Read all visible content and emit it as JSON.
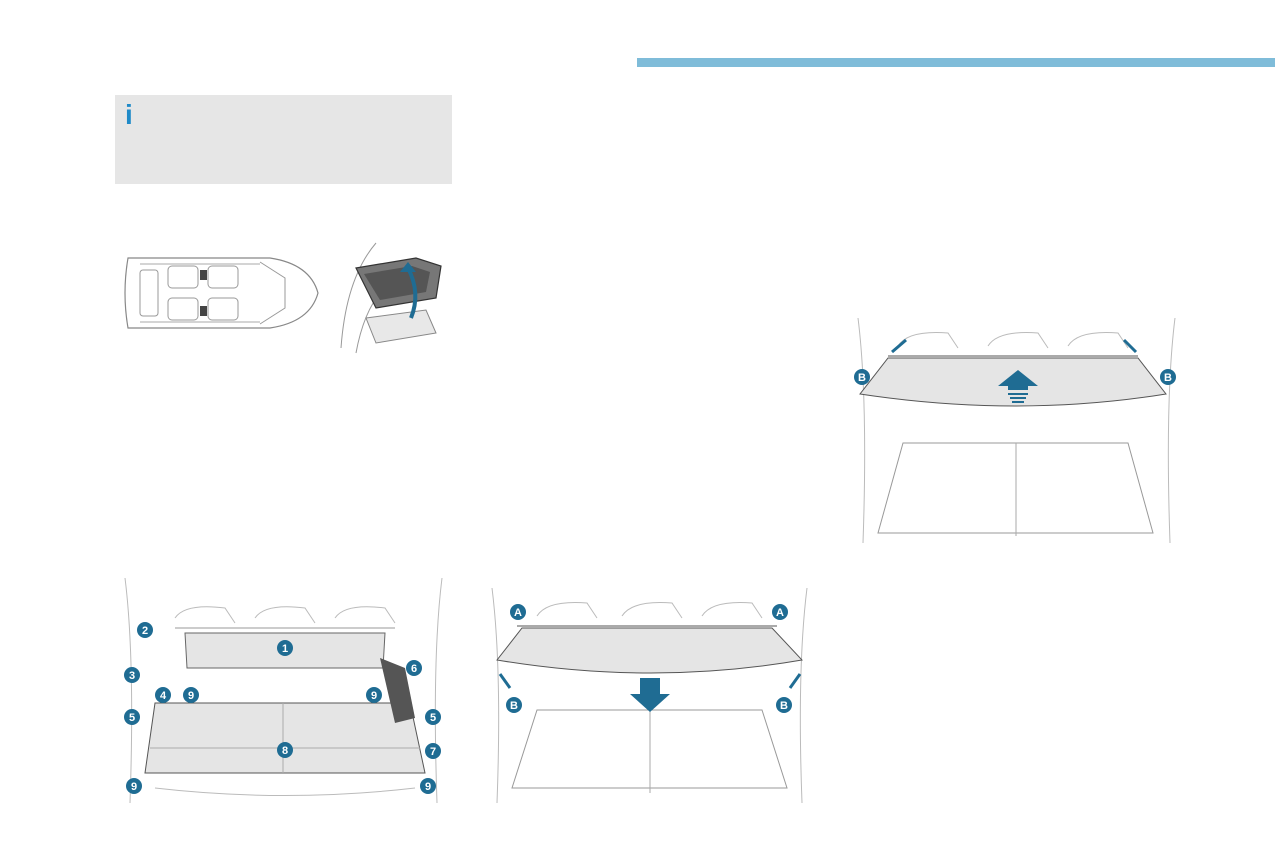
{
  "page": {
    "accent_color": "#7fbcd9",
    "callout_color": "#1f6c93",
    "info_box_color": "#e6e6e6"
  },
  "info_box": {
    "icon": "info-icon",
    "icon_glyph": "i"
  },
  "figures": {
    "car_top_view": {
      "icon": "car-top-view-illustration"
    },
    "storage_compartment": {
      "icon": "storage-compartment-illustration"
    },
    "boot_numbered": {
      "icon": "boot-layout-illustration",
      "labels": [
        "1",
        "2",
        "3",
        "4",
        "5",
        "6",
        "5",
        "7",
        "8",
        "9",
        "9",
        "9",
        "9"
      ]
    },
    "cover_removal": {
      "icon": "luggage-cover-removal-illustration",
      "labels": [
        "A",
        "A",
        "B",
        "B"
      ]
    },
    "cover_fitting": {
      "icon": "luggage-cover-fitting-illustration",
      "labels": [
        "B",
        "B"
      ]
    }
  }
}
